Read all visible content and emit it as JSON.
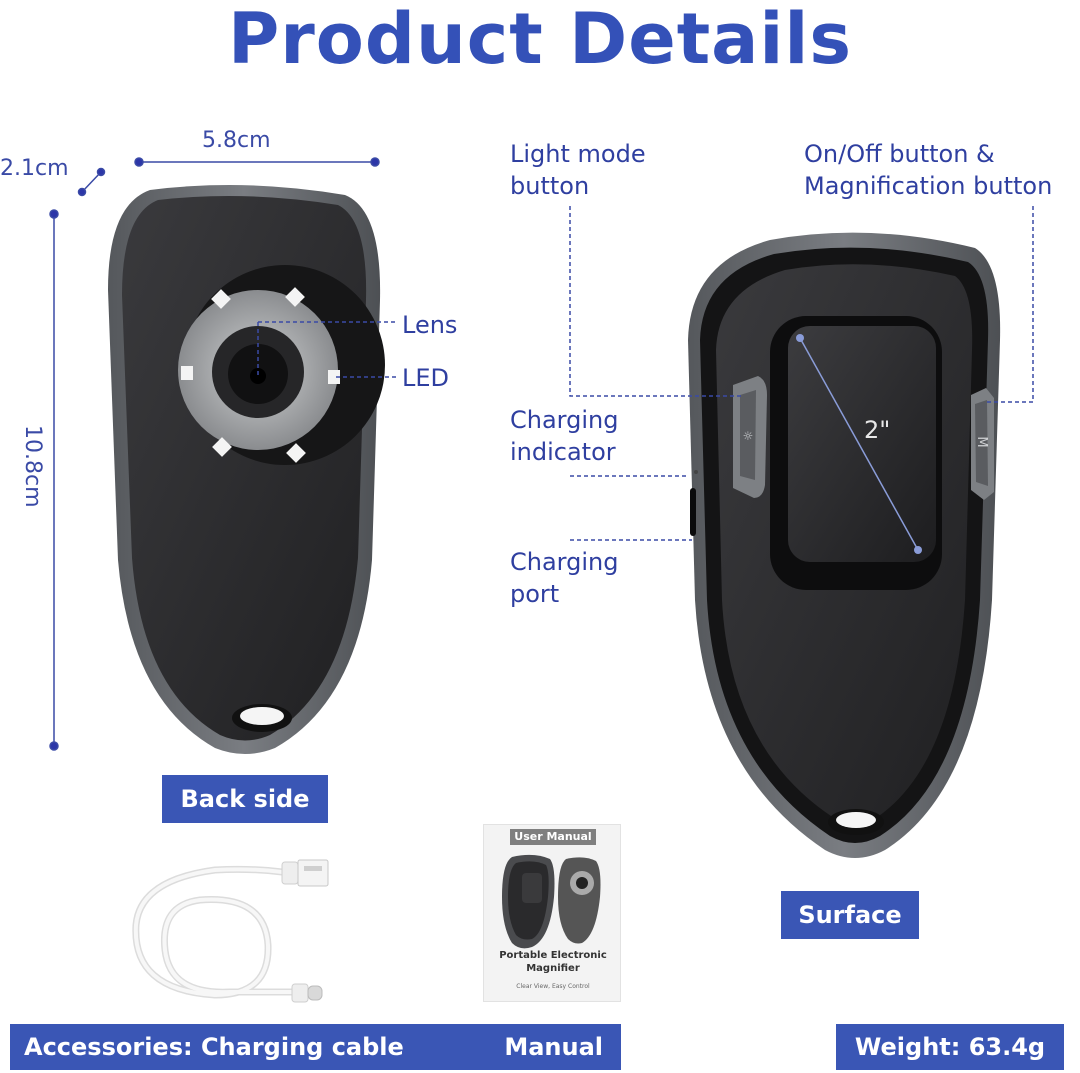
{
  "title": "Product Details",
  "dimensions": {
    "depth": "2.1cm",
    "width": "5.8cm",
    "height": "10.8cm"
  },
  "back_callouts": {
    "lens": "Lens",
    "led": "LED"
  },
  "front_callouts": {
    "light_mode": [
      "Light mode",
      "button"
    ],
    "onoff": [
      "On/Off button &",
      "Magnification button"
    ],
    "charging_indicator": [
      "Charging",
      "indicator"
    ],
    "charging_port": [
      "Charging",
      "port"
    ],
    "screen_size": "2\""
  },
  "manual": {
    "header": "User Manual",
    "product_line1": "Portable Electronic",
    "product_line2": "Magnifier",
    "tagline": "Clear View, Easy Control"
  },
  "tags": {
    "back_side": "Back side",
    "surface": "Surface",
    "accessories": "Accessories: Charging cable",
    "manual": "Manual",
    "weight": "Weight: 63.4g"
  },
  "colors": {
    "accent": "#3a56b5",
    "title": "#3451b8",
    "device_body": "#2a2a2c",
    "device_rim": "#6b6e72"
  }
}
